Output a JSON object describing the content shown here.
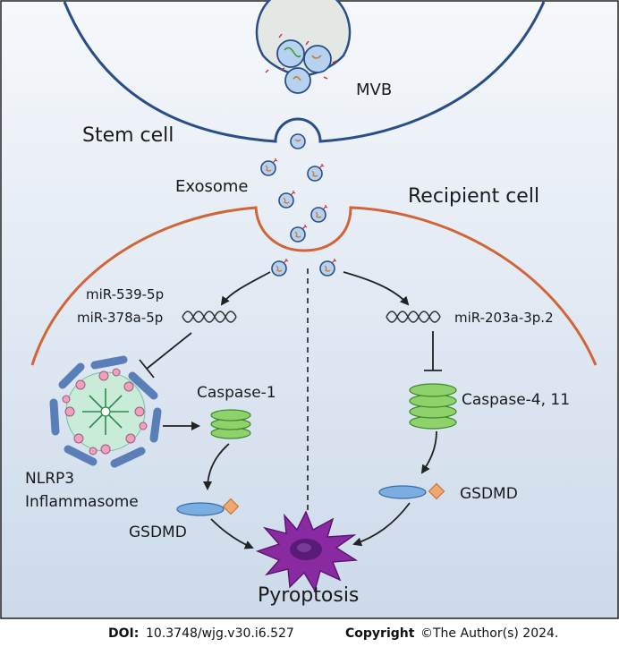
{
  "labels": {
    "mvb": "MVB",
    "stem_cell": "Stem cell",
    "exosome": "Exosome",
    "recipient_cell": "Recipient cell",
    "mir_539": "miR-539-5p",
    "mir_378": "miR-378a-5p",
    "mir_203": "miR-203a-3p.2",
    "caspase1": "Caspase-1",
    "caspase4_11": "Caspase-4, 11",
    "nlrp3_line1": "NLRP3",
    "nlrp3_line2": "Inflammasome",
    "gsdmd_left": "GSDMD",
    "gsdmd_right": "GSDMD",
    "pyroptosis": "Pyroptosis"
  },
  "footer": {
    "doi_label": "DOI:",
    "doi_value": "10.3748/wjg.v30.i6.527",
    "copyright_label": "Copyright",
    "copyright_value": "©The Author(s) 2024."
  },
  "colors": {
    "background_top": "#f4f7fa",
    "background_bottom": "#cfdcea",
    "stem_membrane": "#2a4f86",
    "recipient_membrane": "#d2643a",
    "vesicle_fill": "#aac8ea",
    "caspase_green": "#8fd16a",
    "gsdmd_blue": "#7aaee0",
    "gsdmd_orange": "#f0a870",
    "pyroptosis_purple": "#8a2aa0"
  }
}
